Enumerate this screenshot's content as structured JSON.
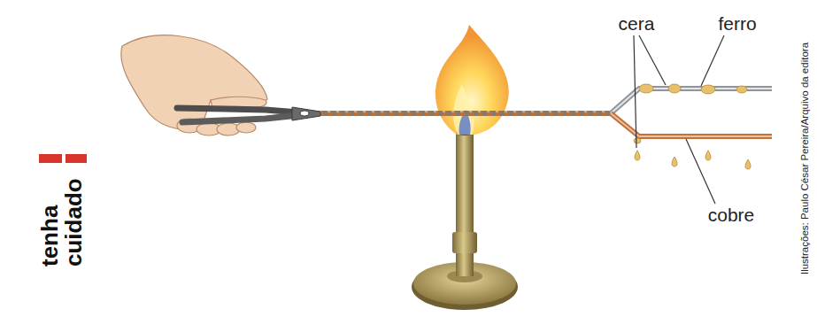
{
  "diagram": {
    "labels": [
      "cera",
      "ferro",
      "cobre",
      "tenha cuidado",
      "Ilustrações: Paulo César Pereira/Arquivo da editora"
    ]
  }
}
